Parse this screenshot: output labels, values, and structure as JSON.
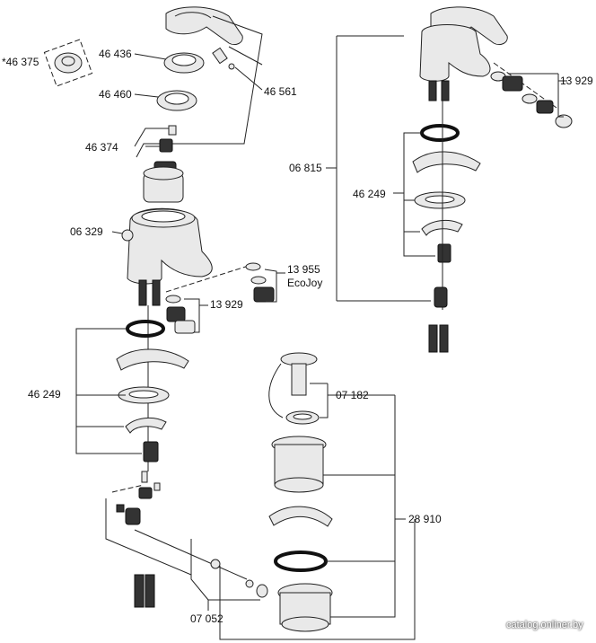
{
  "labels": {
    "p46375": "*46 375",
    "p46436": "46 436",
    "p46460": "46 460",
    "p46561": "46 561",
    "p46374": "46 374",
    "p06329": "06 329",
    "p13955": "13 955",
    "ecojoy": "EcoJoy",
    "p13929a": "13 929",
    "p46249a": "46 249",
    "p07182": "07 182",
    "p28910": "28 910",
    "p07052": "07 052",
    "p06815": "06 815",
    "p46249b": "46 249",
    "p13929b": "13 929"
  },
  "watermark": "catalog.onliner.by"
}
